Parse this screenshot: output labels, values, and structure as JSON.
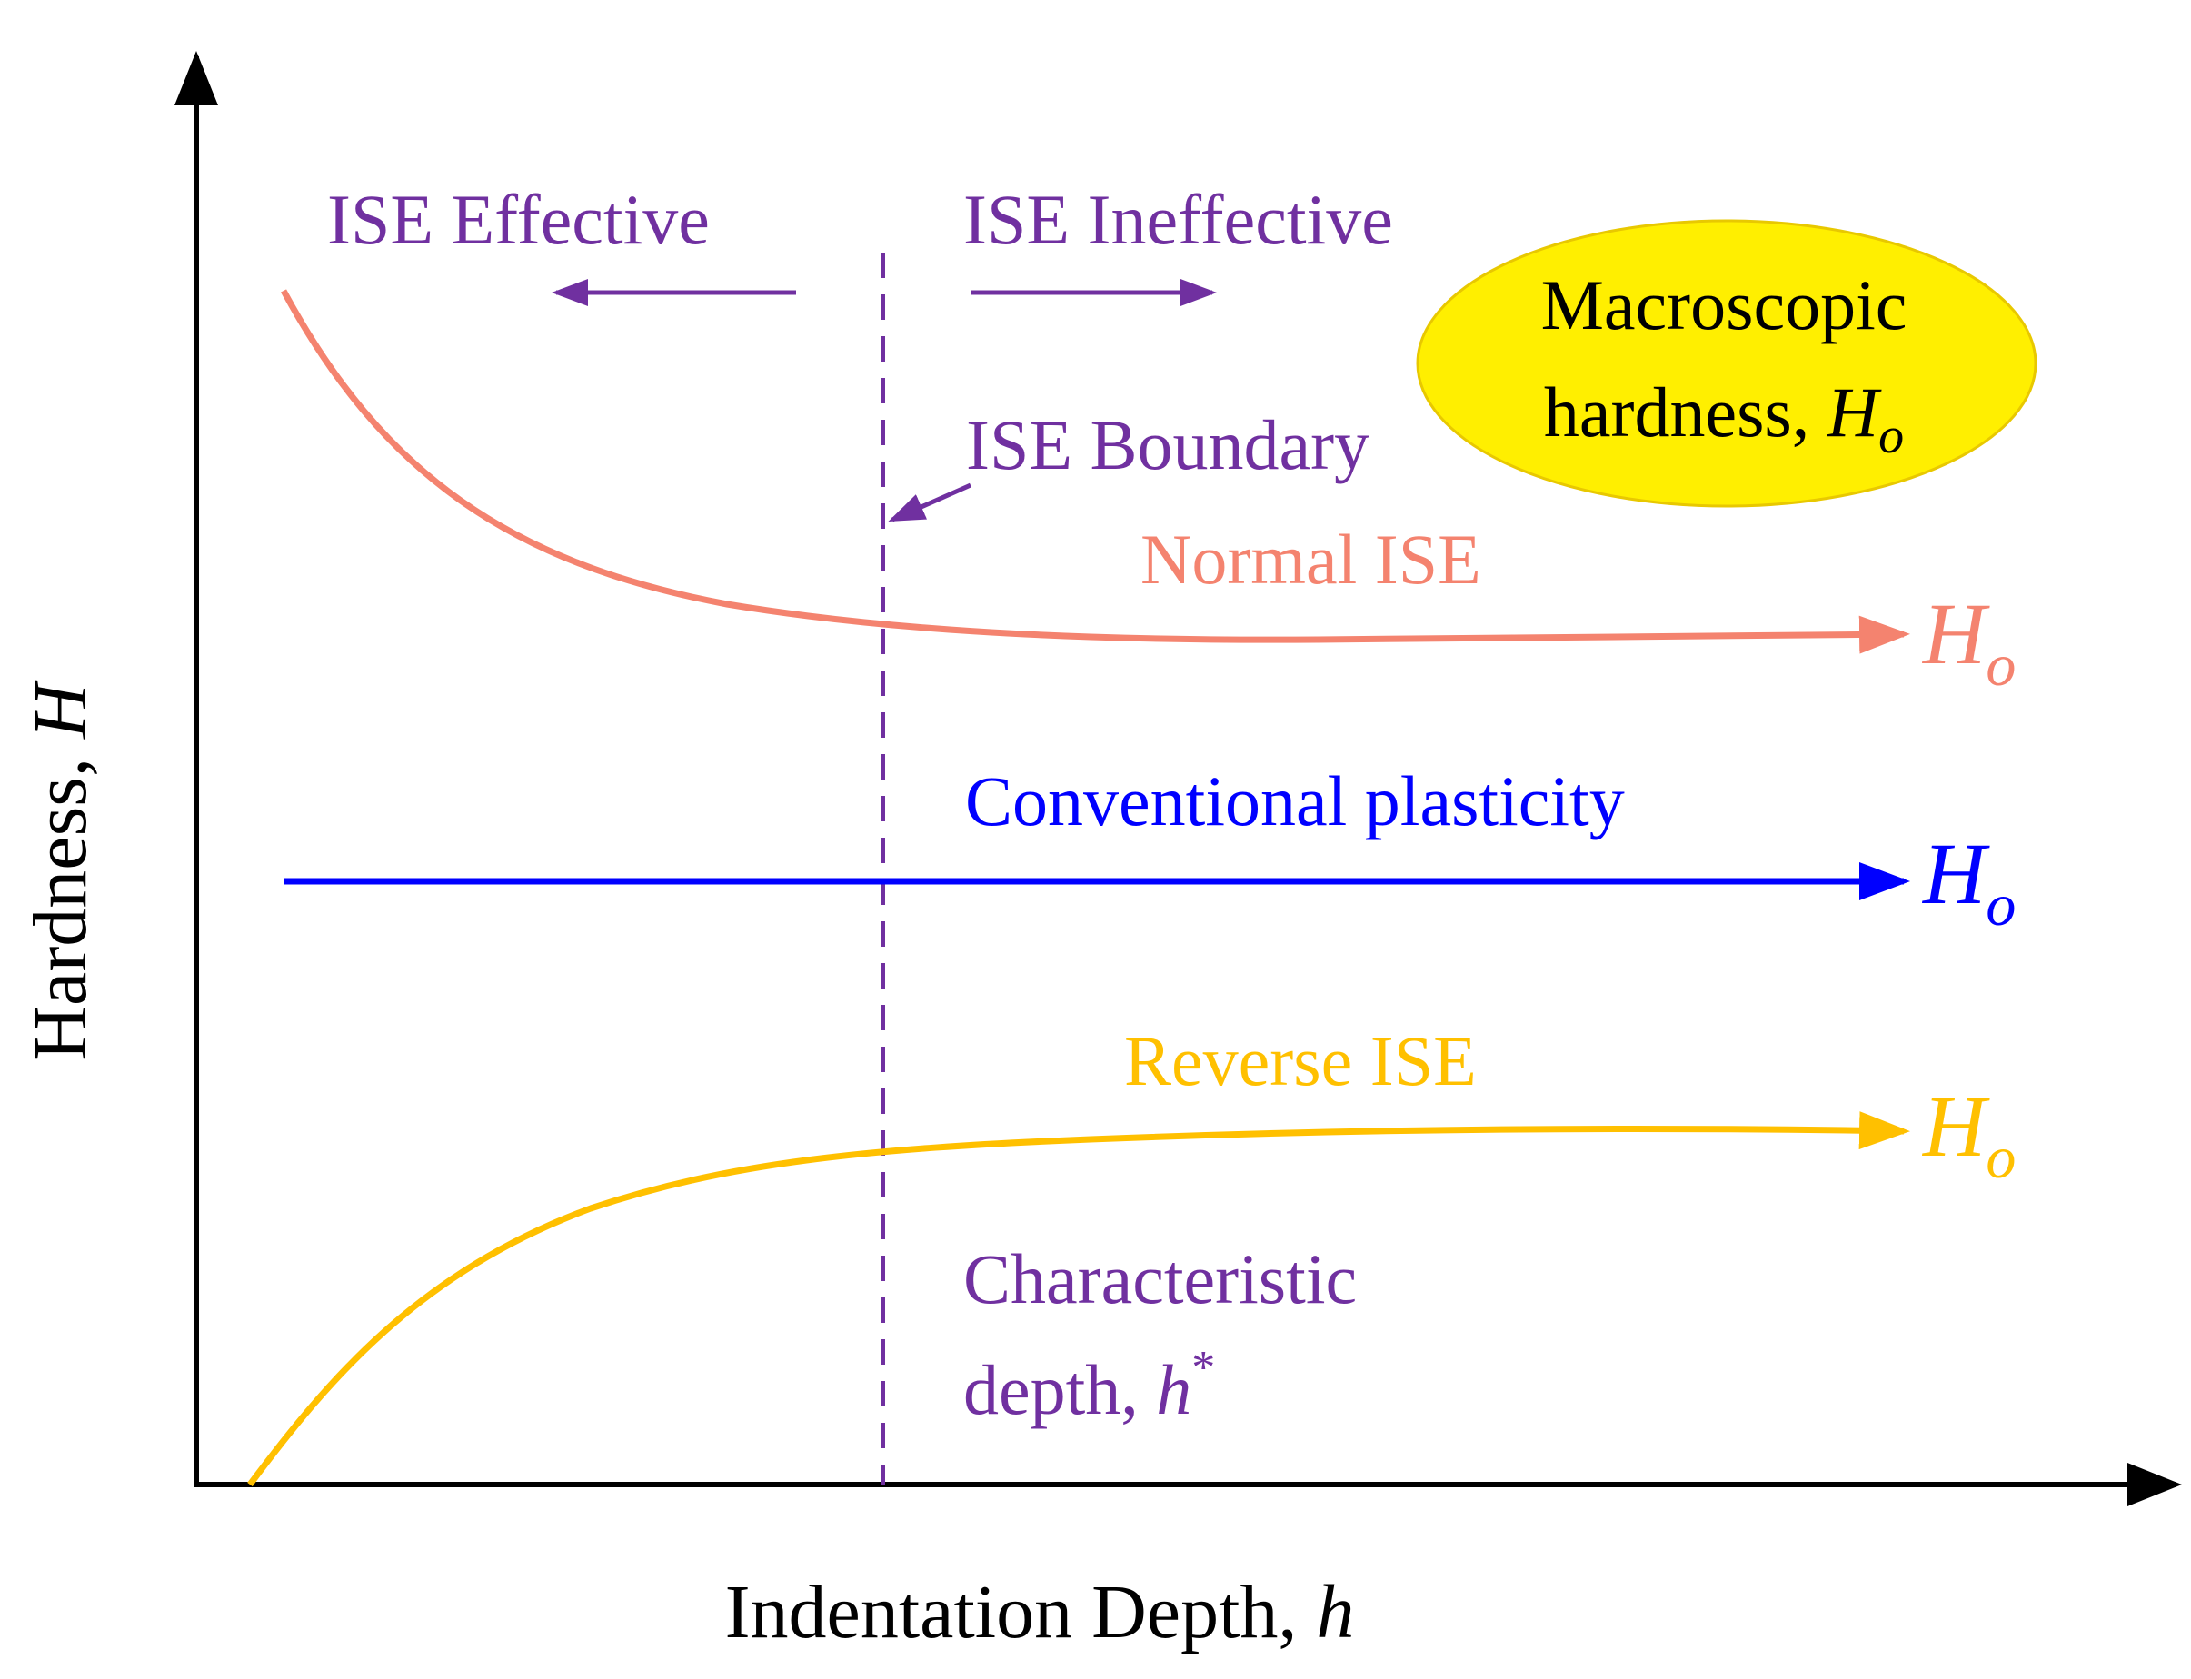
{
  "colors": {
    "axis": "#000000",
    "purple": "#7030A0",
    "normal": "#F4836F",
    "conventional": "#0000FF",
    "reverse": "#FFC000",
    "ellipse_fill": "#FFEF00",
    "ellipse_stroke": "#E8C800",
    "ellipse_text": "#000000"
  },
  "axes": {
    "x_title_main": "Indentation Depth, ",
    "x_title_symbol": "h",
    "y_title_main": "Hardness, ",
    "y_title_symbol": "H"
  },
  "zones": {
    "effective": "ISE Effective",
    "ineffective": "ISE Ineffective",
    "boundary": "ISE Boundary"
  },
  "curves": {
    "normal_label": "Normal ISE",
    "conventional_label": "Conventional plasticity",
    "reverse_label": "Reverse ISE",
    "end_symbol": "H",
    "end_subscript": "o"
  },
  "callout": {
    "line1": "Macroscopic",
    "line2_main": "hardness, ",
    "line2_symbol": "H",
    "line2_subscript": "o"
  },
  "characteristic": {
    "line1": "Characteristic",
    "line2_main": "depth,  ",
    "line2_symbol": "h",
    "line2_superscript": "*"
  }
}
